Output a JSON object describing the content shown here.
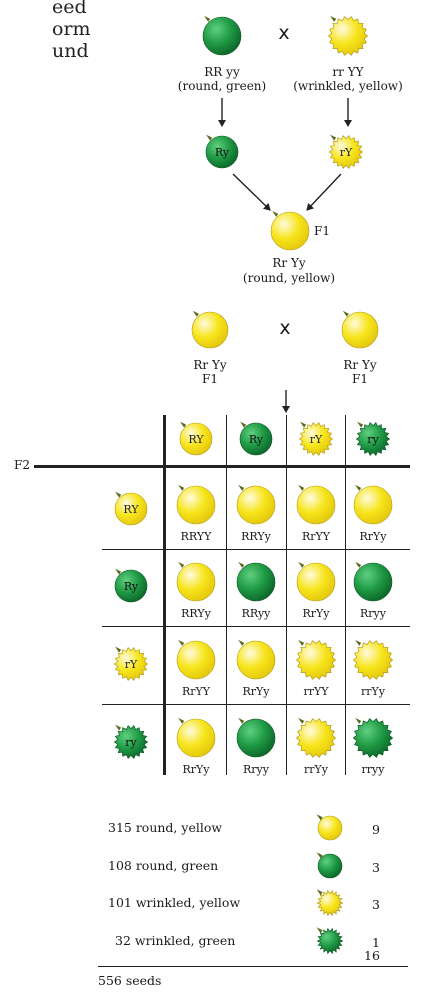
{
  "intro_fragments": [
    "eed",
    "orm",
    "und"
  ],
  "colors": {
    "yellow": "#f7e51b",
    "green": "#1f9a45",
    "outline": "#7a7a2a"
  },
  "parents": {
    "left": {
      "genotype": "RR yy",
      "phenotype": "(round, green)",
      "gamete": "Ry"
    },
    "cross_symbol": "x",
    "right": {
      "genotype": "rr YY",
      "phenotype": "(wrinkled, yellow)",
      "gamete": "rY"
    }
  },
  "f1": {
    "label": "F1",
    "genotype": "Rr Yy",
    "phenotype": "(round, yellow)"
  },
  "f1_cross": {
    "left": {
      "genotype": "Rr Yy",
      "gen": "F1"
    },
    "cross_symbol": "x",
    "right": {
      "genotype": "Rr Yy",
      "gen": "F1"
    }
  },
  "punnett": {
    "f2_label": "F2",
    "column_gametes": [
      "RY",
      "Ry",
      "rY",
      "ry"
    ],
    "row_gametes": [
      "RY",
      "Ry",
      "rY",
      "ry"
    ],
    "cells": [
      [
        "RRYY",
        "RRYy",
        "RrYY",
        "RrYy"
      ],
      [
        "RRYy",
        "RRyy",
        "RrYy",
        "Rryy"
      ],
      [
        "RrYY",
        "RrYy",
        "rrYY",
        "rrYy"
      ],
      [
        "RrYy",
        "Rryy",
        "rrYy",
        "rryy"
      ]
    ]
  },
  "summary": {
    "rows": [
      {
        "label": "315 round, yellow",
        "ratio": "9"
      },
      {
        "label": "108 round, green",
        "ratio": "3"
      },
      {
        "label": "101 wrinkled, yellow",
        "ratio": "3"
      },
      {
        "label": "32 wrinkled, green",
        "ratio": "1"
      }
    ],
    "total_label": "556 seeds",
    "total_ratio": "16"
  }
}
